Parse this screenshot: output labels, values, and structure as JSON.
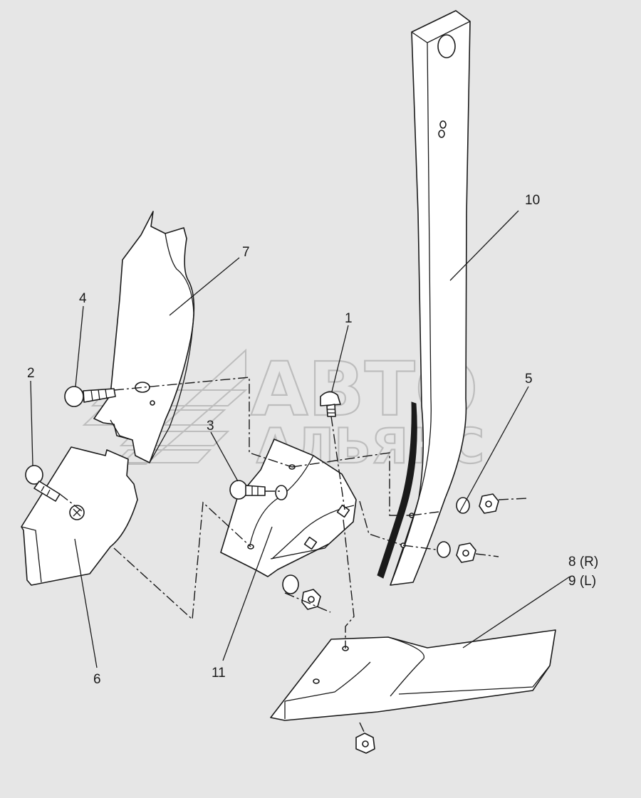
{
  "watermark": {
    "line1": "АВТО",
    "line2": "АЛЬЯНС",
    "logo": "avto-alyans-logo"
  },
  "callouts": {
    "c1": "1",
    "c2": "2",
    "c3": "3",
    "c4": "4",
    "c5": "5",
    "c6": "6",
    "c7": "7",
    "c8": "8 (R)",
    "c9": "9 (L)",
    "c10": "10",
    "c11": "11"
  }
}
